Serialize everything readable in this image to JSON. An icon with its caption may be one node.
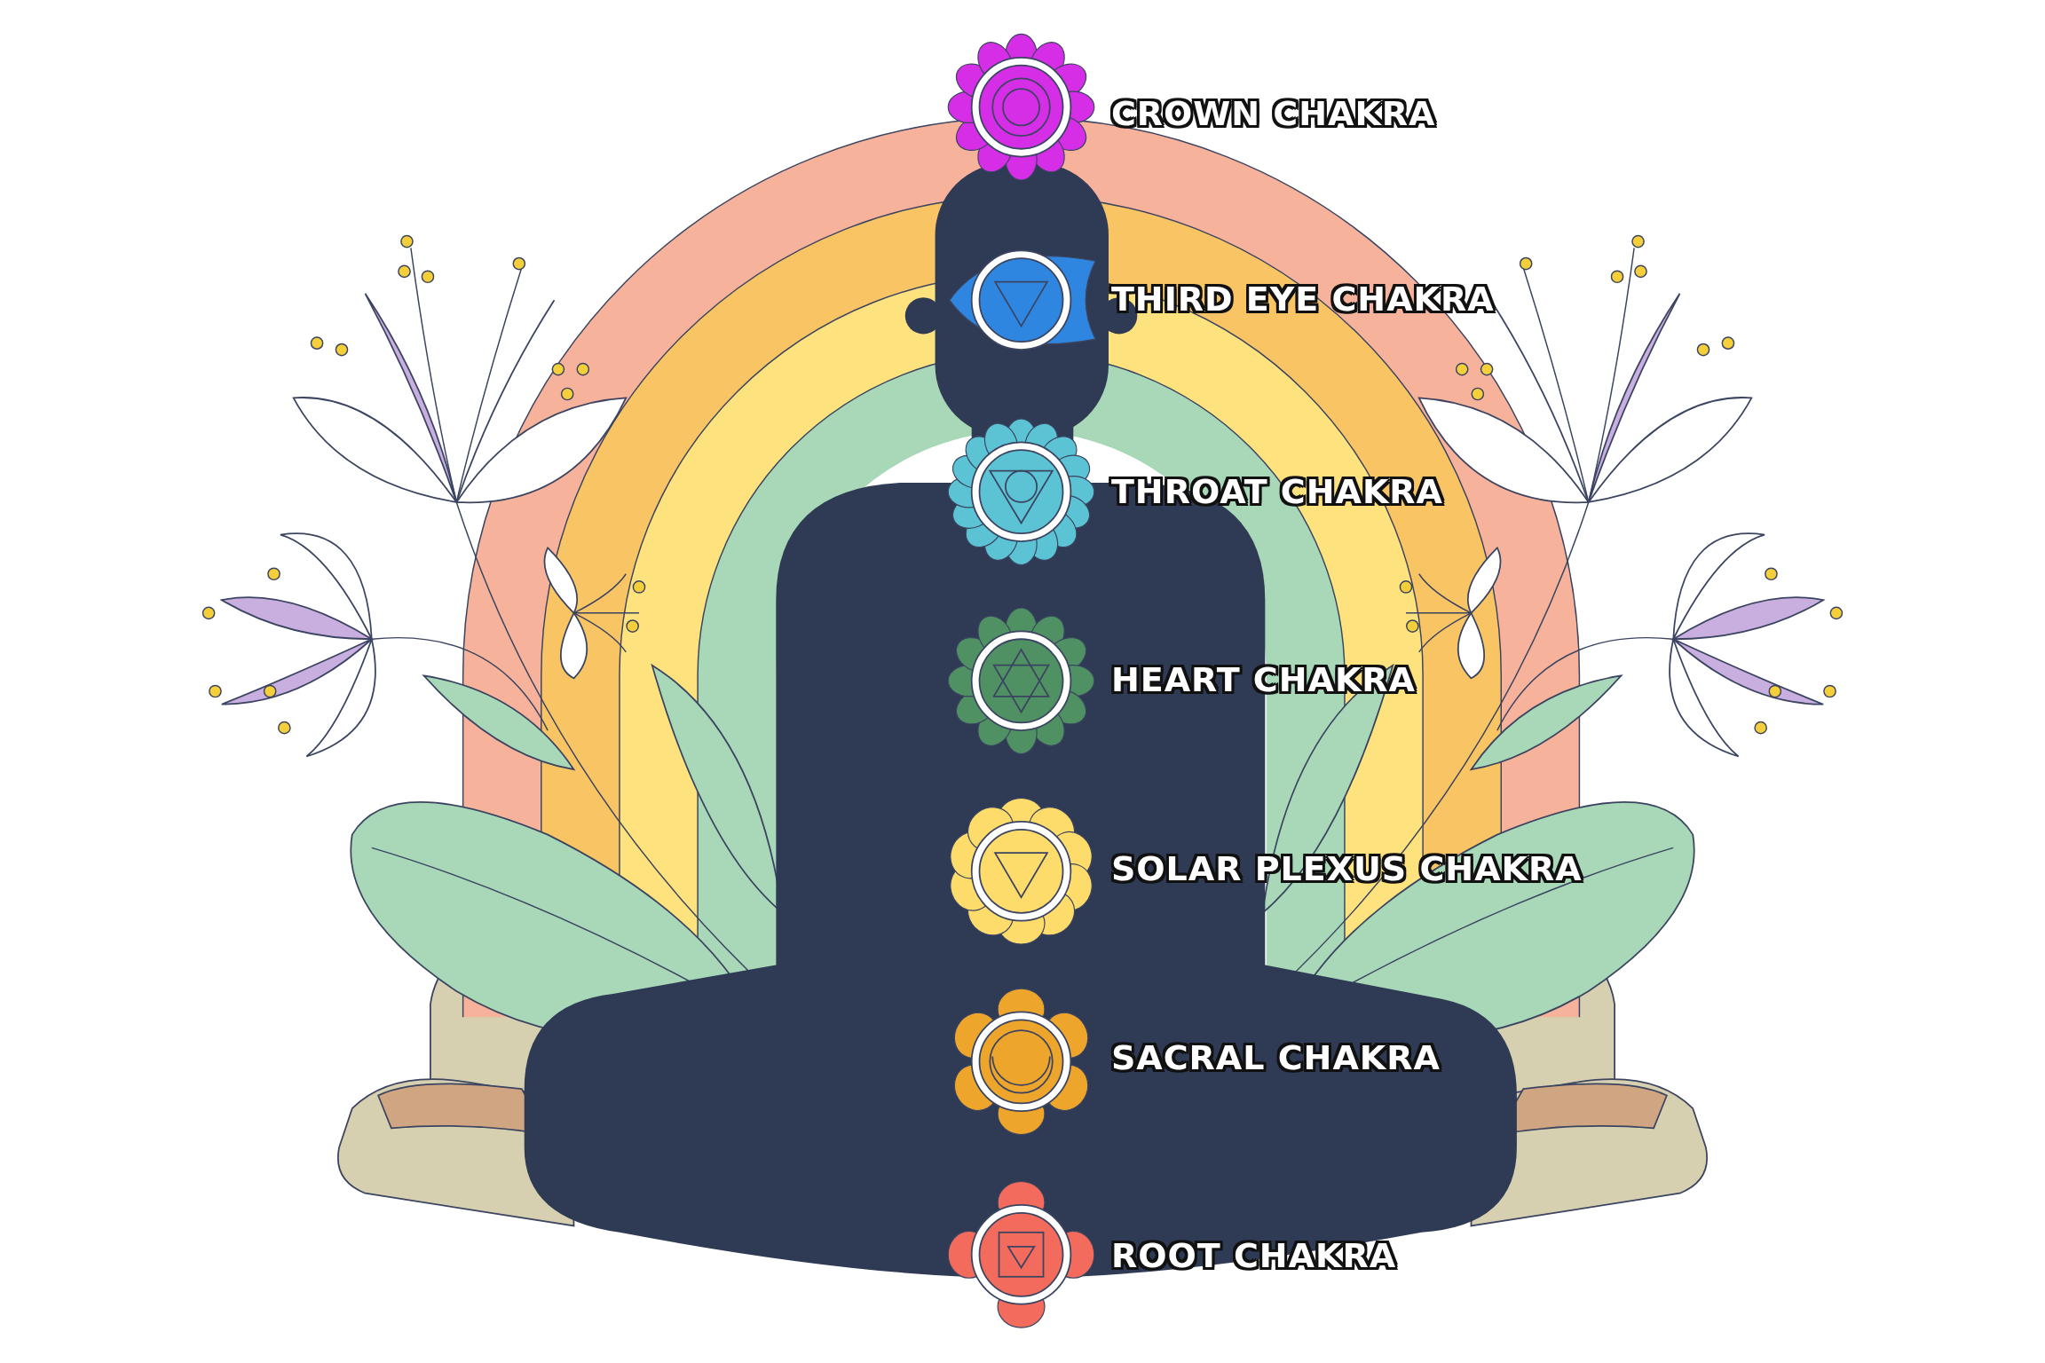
{
  "diagram": {
    "labels": [
      "CROWN CHAKRA",
      "THIRD EYE CHAKRA",
      "THROAT CHAKRA",
      "HEART CHAKRA",
      "SOLAR PLEXUS CHAKRA",
      "SACRAL CHAKRA",
      "ROOT CHAKRA"
    ]
  }
}
